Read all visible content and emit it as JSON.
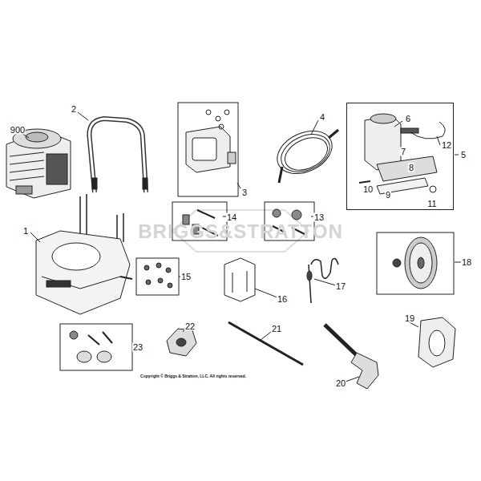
{
  "diagram": {
    "nodes": [
      {
        "text": [
          "6",
          "12",
          "7",
          "8",
          "10",
          "9",
          "11"
        ]
      }
    ],
    "labels": [
      "900",
      "2",
      "3",
      "4",
      "5",
      "1",
      "14",
      "13",
      "18",
      "15",
      "16",
      "17",
      "23",
      "22",
      "21",
      "19",
      "20",
      "Copyright © Briggs & Stratton, LLC. All rights reserved.",
      "BRIGGS&STRATTON"
    ]
  }
}
